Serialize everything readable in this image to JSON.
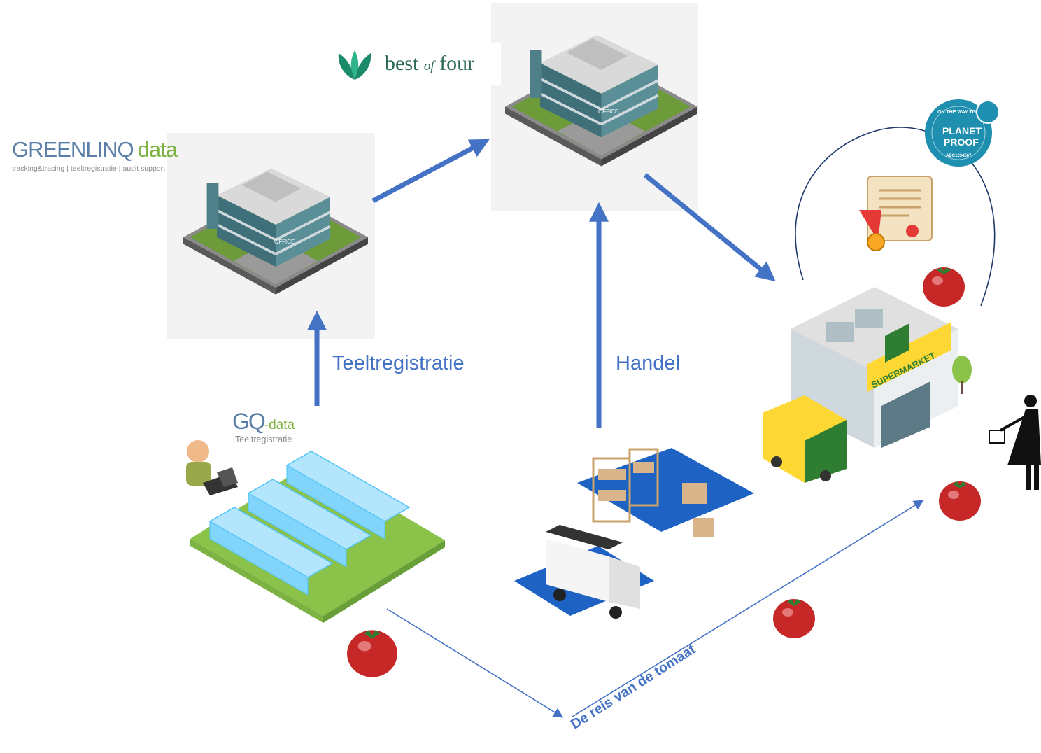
{
  "labels": {
    "teeltregistratie": "Teeltregistratie",
    "handel": "Handel",
    "journey": "De reis van de tomaat"
  },
  "logos": {
    "greenlinq": {
      "name": "GREENLINQ",
      "suffix": "data",
      "tagline": "tracking&tracing | teeltregistratie | audit support"
    },
    "best_of_four": {
      "word1": "best",
      "word2": "of",
      "word3": "four"
    },
    "gq_data": {
      "name": "GQ",
      "suffix": "-data",
      "subtitle": "Teeltregistratie"
    },
    "planet_proof": {
      "line1": "PLANET",
      "line2": "PROOF",
      "arc_top": "ON THE WAY TO",
      "code": "ABC1234567"
    }
  },
  "supermarket_sign": "SUPERMARKET",
  "office_sign": "OFFICE",
  "colors": {
    "arrow": "#4472c4",
    "label": "#4472c4",
    "greenlinq_blue": "#5b7fa8",
    "greenlinq_green": "#7cb342",
    "best_of_four": "#2d6a5a",
    "planet_proof": "#1f8fb0",
    "tomato": "#d32f2f"
  }
}
